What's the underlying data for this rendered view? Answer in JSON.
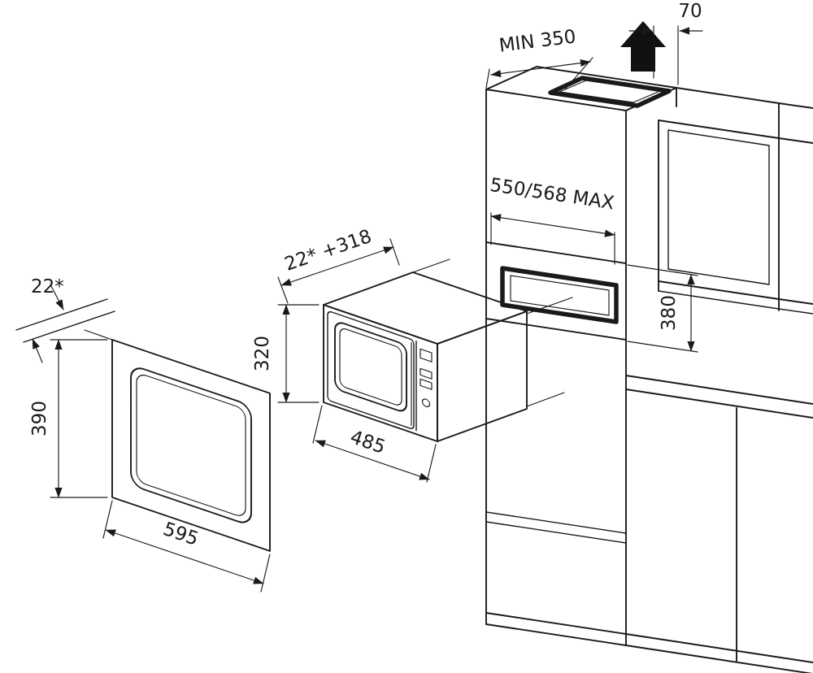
{
  "diagram_type": "built-in microwave oven installation drawing",
  "colors": {
    "line": "#1a1a1a",
    "background": "#ffffff",
    "solid_arrow": "#111111"
  },
  "dims": {
    "frame_thickness": "22*",
    "frame_height": "390",
    "frame_width": "595",
    "oven_depth": "22* +318",
    "oven_height": "320",
    "oven_width": "485",
    "min_top_depth": "MIN 350",
    "cabinet_inner_width": "550/568 MAX",
    "rear_gap": "70",
    "niche_height": "380"
  }
}
